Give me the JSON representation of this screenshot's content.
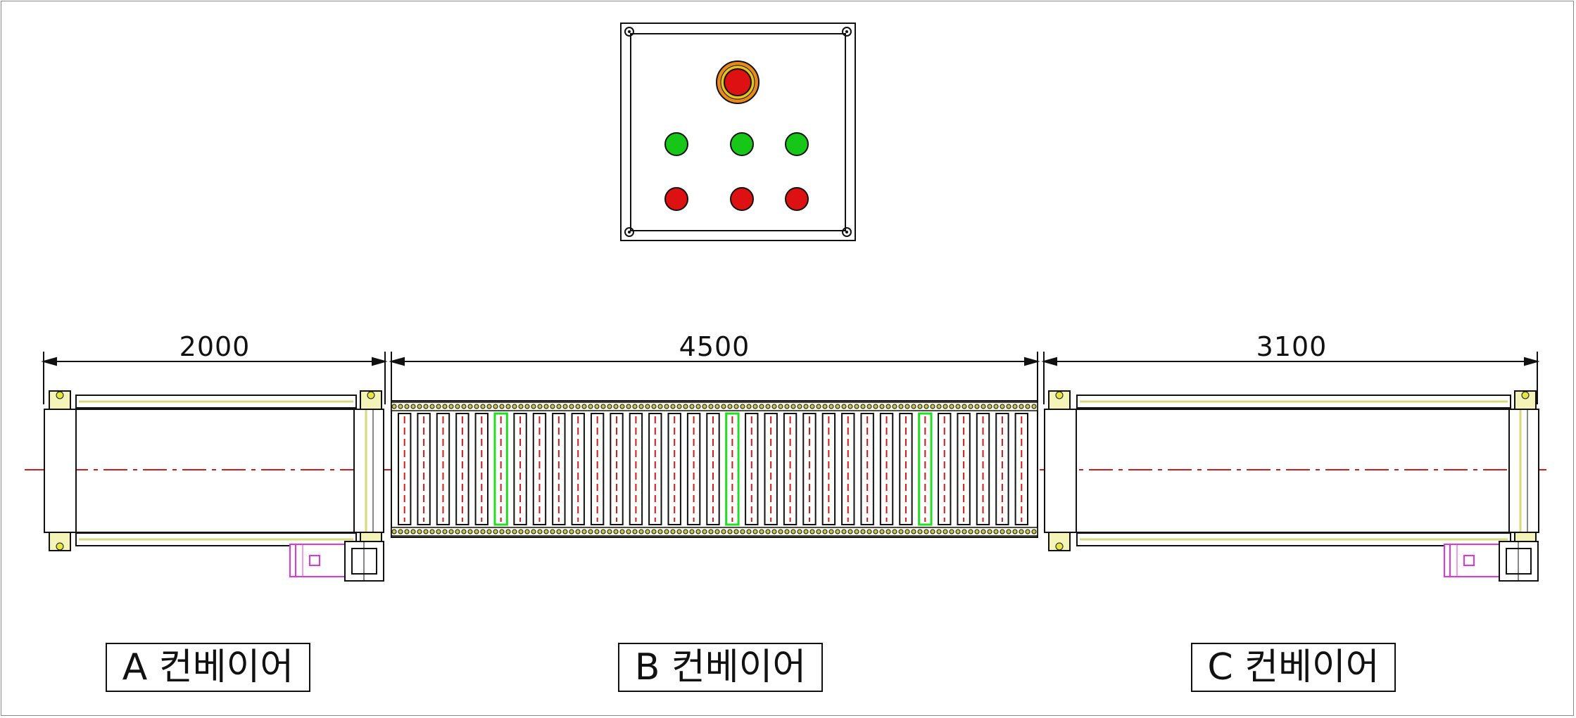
{
  "dimensions": {
    "a": "2000",
    "b": "4500",
    "c": "3100"
  },
  "labels": {
    "a": "A 컨베이어",
    "b": "B 컨베이어",
    "c": "C 컨베이어"
  },
  "colors": {
    "frame_line": "#111111",
    "centerline": "#d11b1b",
    "roller_inner": "#d11b1b",
    "highlight_roller": "#22dd22",
    "belt_edge": "#d8d87a",
    "motor": "#e234e2",
    "button_green": "#17c717",
    "button_red": "#dd1111",
    "estop_ring": "#e8891c"
  },
  "panel": {
    "green_buttons": 3,
    "red_buttons": 3,
    "emergency_stop": 1
  },
  "conveyor_b": {
    "roller_count": 33
  }
}
